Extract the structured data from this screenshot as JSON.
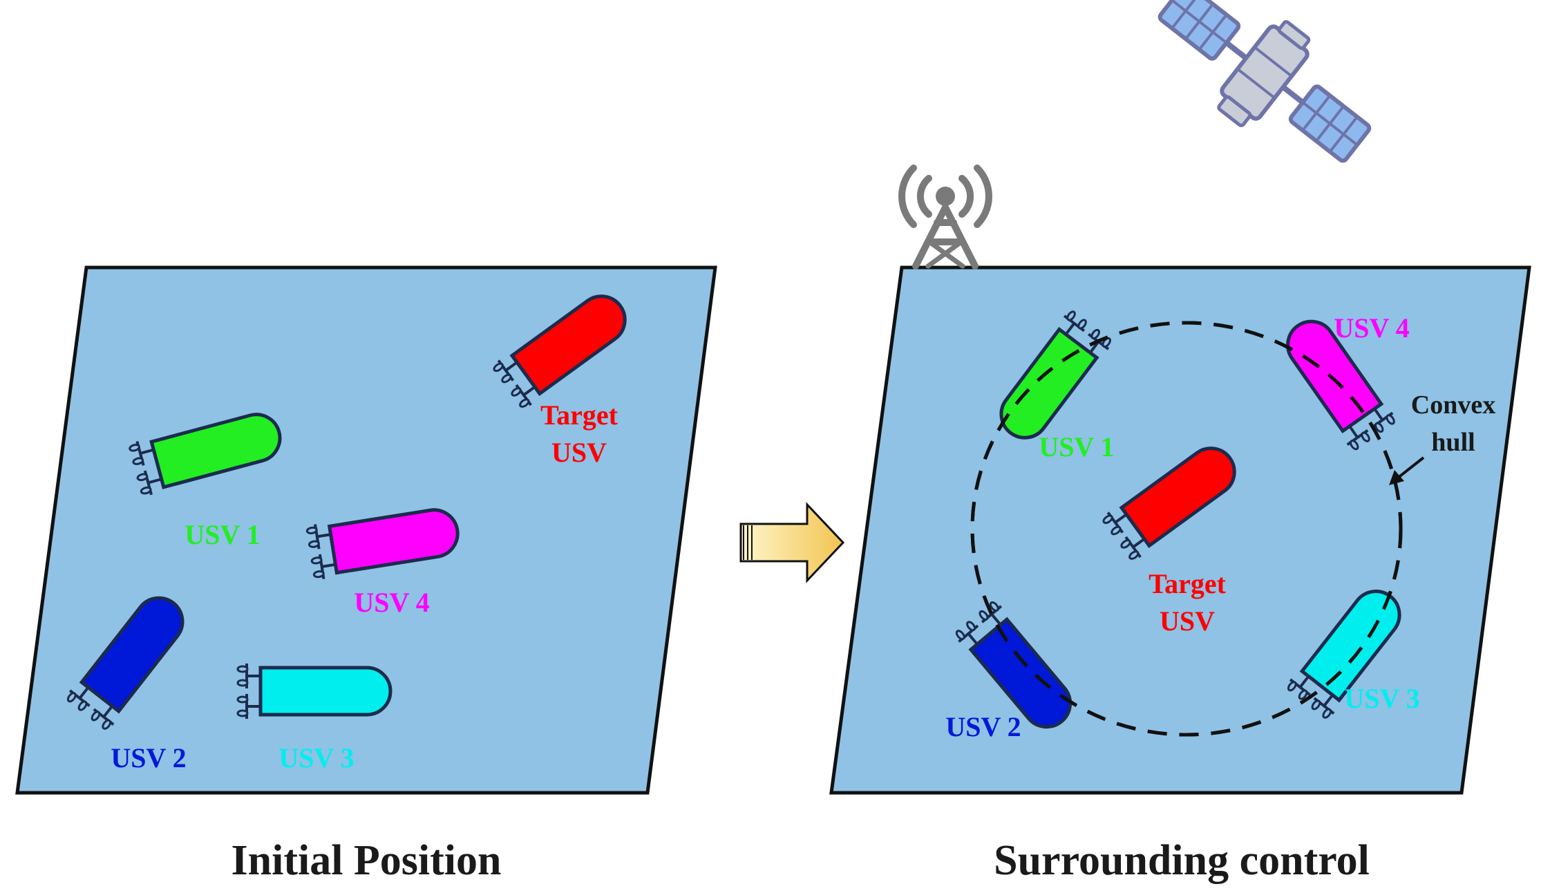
{
  "diagram": {
    "panel_left": {
      "caption": "Initial Position",
      "target_label": [
        "Target",
        "USV"
      ],
      "usv_labels": [
        "USV 1",
        "USV 2",
        "USV 3",
        "USV 4"
      ]
    },
    "panel_right": {
      "caption": "Surrounding control",
      "target_label": [
        "Target",
        "USV"
      ],
      "usv_labels": [
        "USV 1",
        "USV 2",
        "USV 3",
        "USV 4"
      ],
      "hull_label": [
        "Convex",
        "hull"
      ]
    },
    "colors": {
      "water": "#8fc2e5",
      "target": "#ff0000",
      "usv1": "#22ee22",
      "usv2": "#0018d8",
      "usv3": "#00eeee",
      "usv4": "#ff00ff",
      "outline": "#1c2b4d"
    },
    "icons": [
      "satellite-icon",
      "radio-tower-icon",
      "right-arrow-icon"
    ]
  }
}
